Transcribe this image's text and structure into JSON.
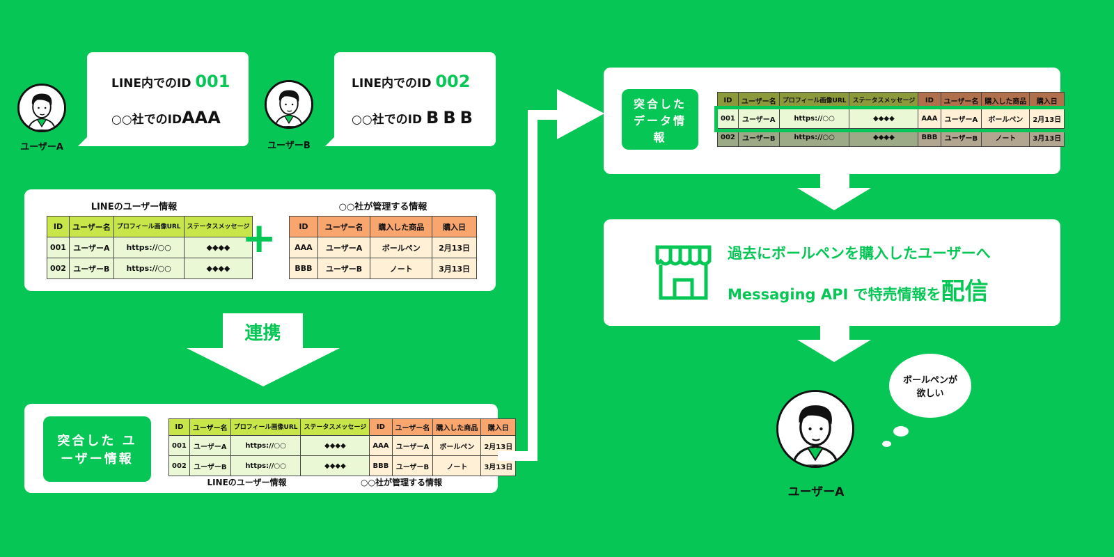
{
  "users": {
    "a": {
      "label": "ユーザーA",
      "line_id_label": "LINE内でのID",
      "line_id": "001",
      "company_id_label": "○○社でのID",
      "company_id": "AAA"
    },
    "b": {
      "label": "ユーザーB",
      "line_id_label": "LINE内でのID",
      "line_id": "002",
      "company_id_label": "○○社でのID",
      "company_id": "BBB"
    }
  },
  "line_table": {
    "title": "LINEのユーザー情報",
    "headers": [
      "ID",
      "ユーザー名",
      "プロフィール画像URL",
      "ステータスメッセージ"
    ],
    "rows": [
      [
        "001",
        "ユーザーA",
        "https://○○",
        "◆◆◆◆"
      ],
      [
        "002",
        "ユーザーB",
        "https://○○",
        "◆◆◆◆"
      ]
    ]
  },
  "company_table": {
    "title": "○○社が管理する情報",
    "headers": [
      "ID",
      "ユーザー名",
      "購入した商品",
      "購入日"
    ],
    "rows": [
      [
        "AAA",
        "ユーザーA",
        "ボールペン",
        "2月13日"
      ],
      [
        "BBB",
        "ユーザーB",
        "ノート",
        "3月13日"
      ]
    ]
  },
  "plus": "+",
  "link_label": "連携",
  "merged_user": {
    "label": "突合した ユーザー情報",
    "caption_line": "LINEのユーザー情報",
    "caption_company": "○○社が管理する情報"
  },
  "merged_data": {
    "label": "突合した データ情報"
  },
  "delivery": {
    "line1": "過去にボールペンを購入したユーザーへ",
    "line2": "Messaging API で特売情報を",
    "emphasis": "配信"
  },
  "thought": "ボールペンが 欲しい",
  "final_user": "ユーザーA",
  "colors": {
    "bg": "#06C755",
    "line_header": "#c8e64a",
    "company_header": "#f9a66e"
  }
}
